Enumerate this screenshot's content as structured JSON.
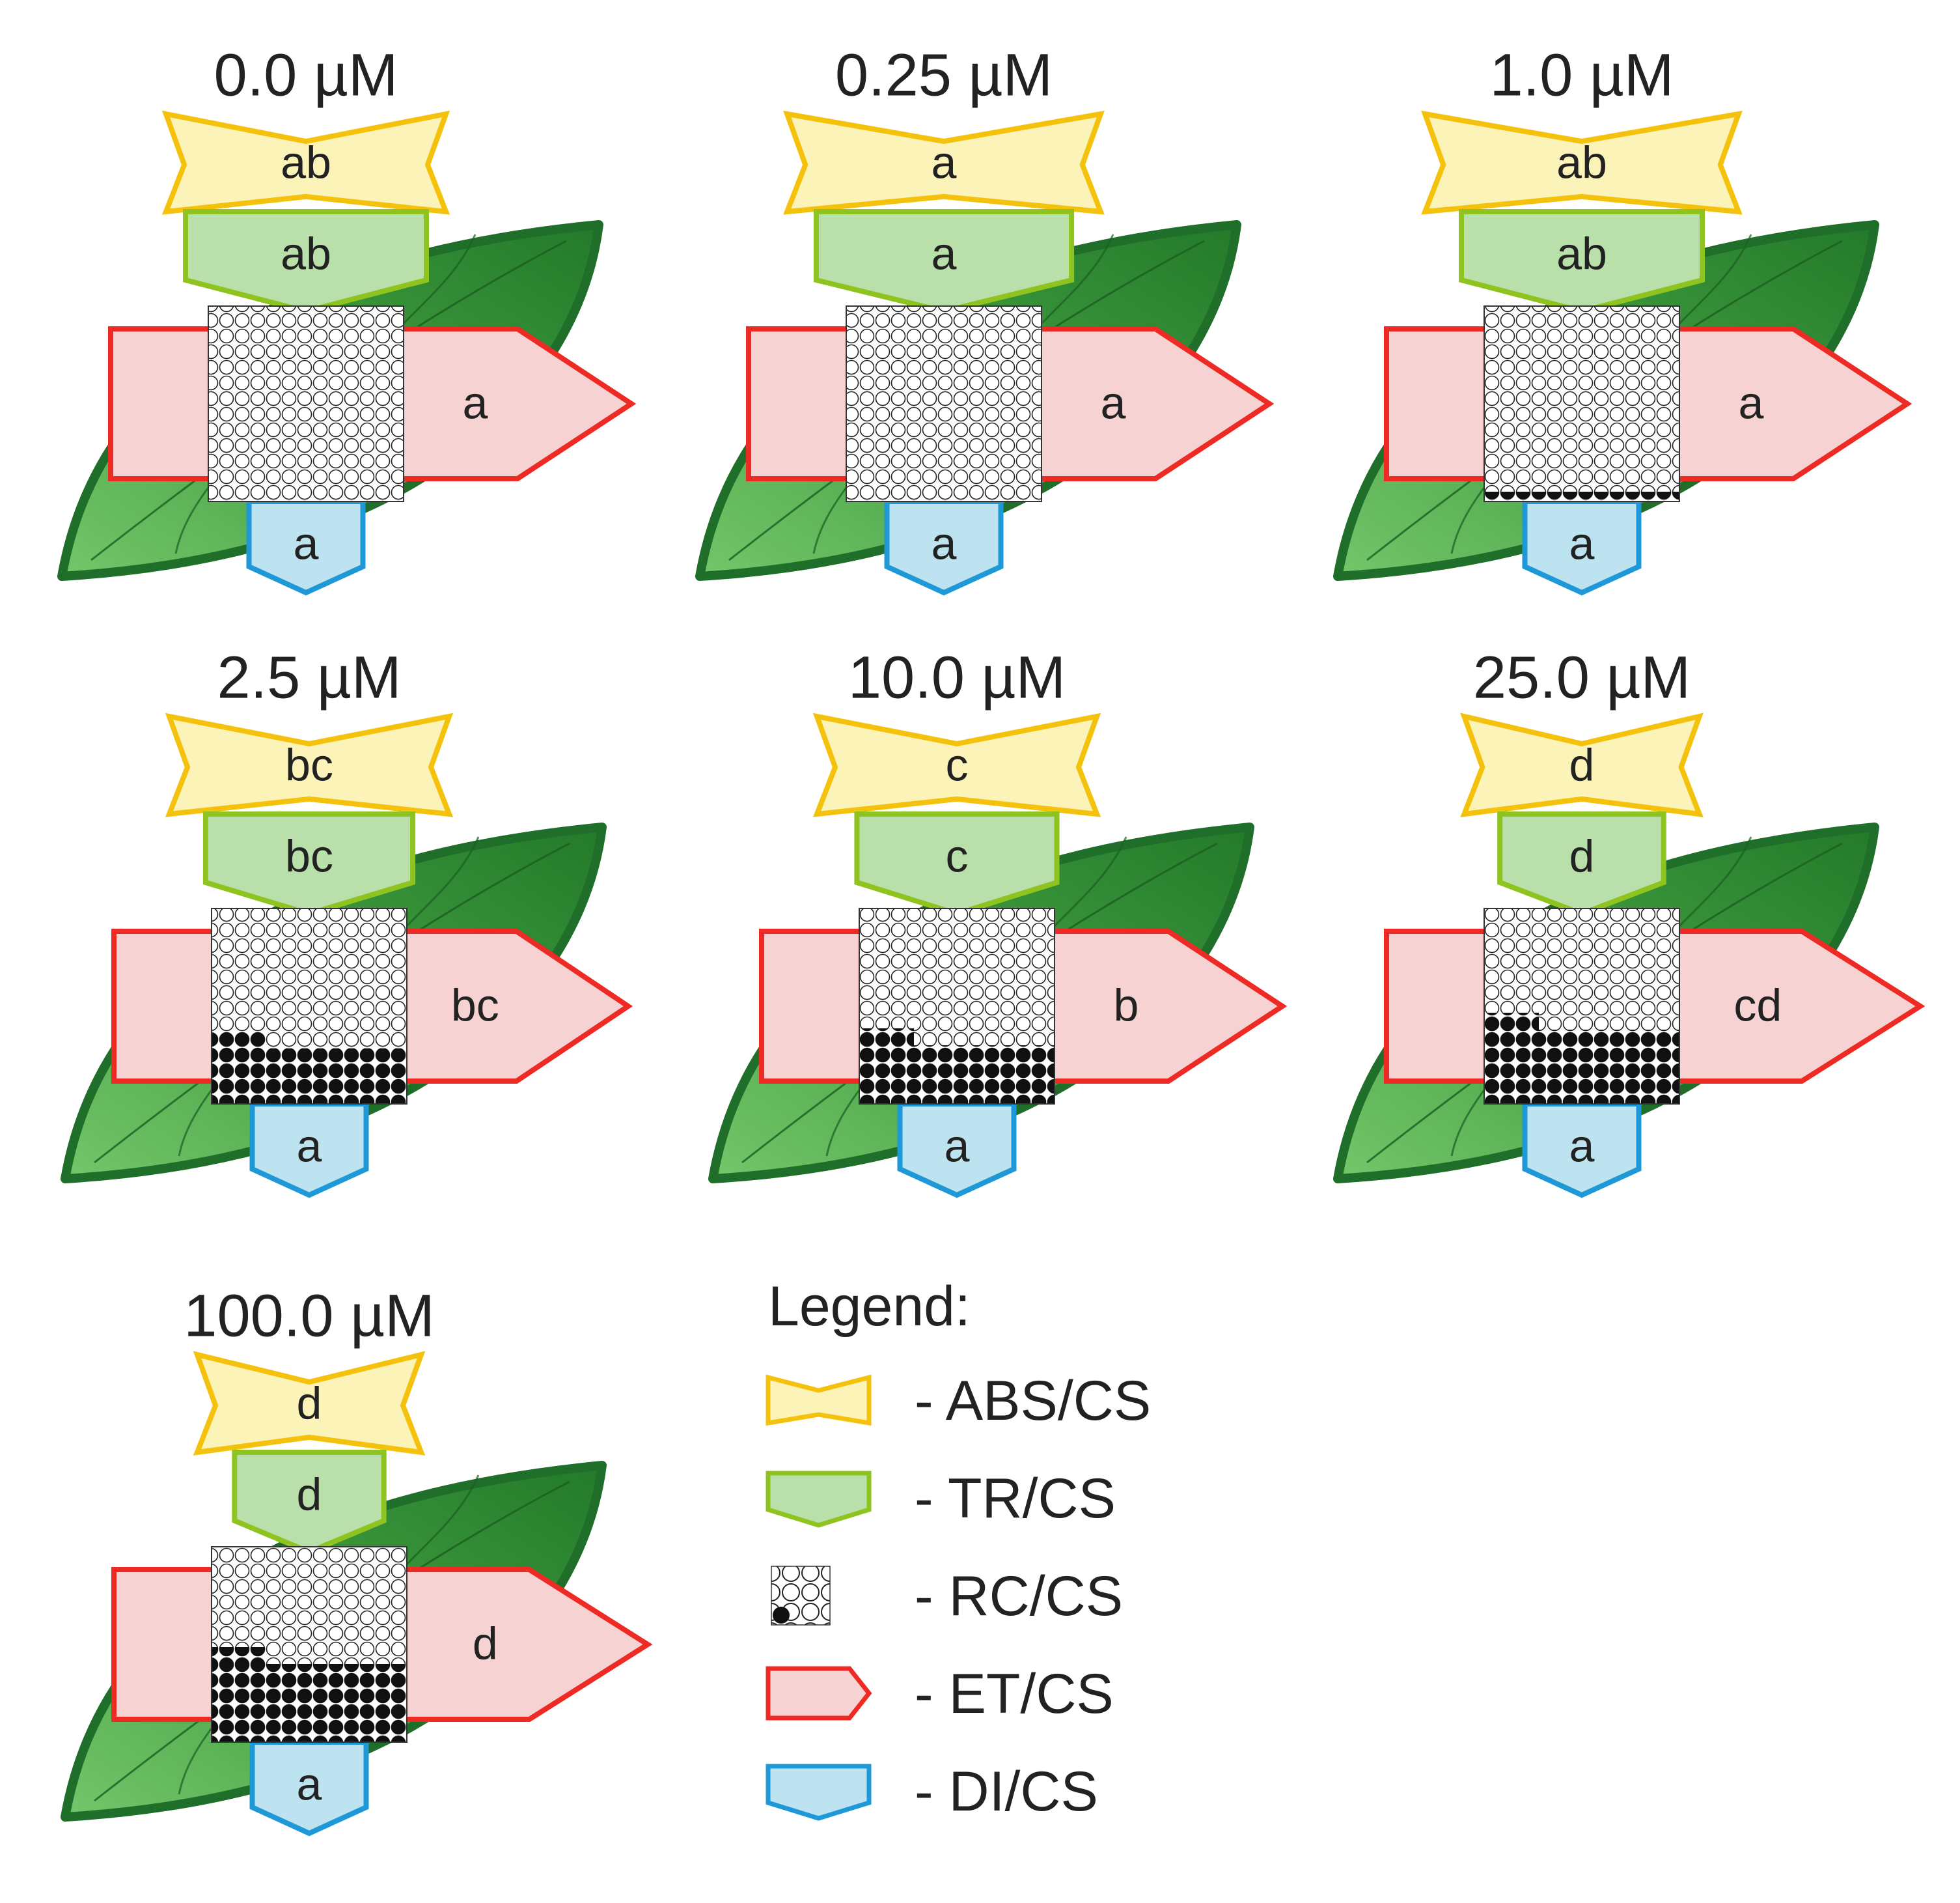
{
  "colors": {
    "leaf_dark": "#1f6e2a",
    "leaf_light": "#74c66a",
    "abs_fill": "#fcf3b8",
    "abs_stroke": "#f4c20d",
    "tr_fill": "#b9dfaa",
    "tr_stroke": "#8fc31f",
    "et_fill": "#f7d2d2",
    "et_stroke": "#ee2a24",
    "di_fill": "#bde3f1",
    "di_stroke": "#1f98d7",
    "rc_open": "#ffffff",
    "rc_closed": "#111111"
  },
  "panels": [
    {
      "concentration": "0.0 µM",
      "abs": "ab",
      "tr": "ab",
      "et": "a",
      "di": "a",
      "closed_fraction": 0.0,
      "et_width_pct": 100,
      "abs_width_pct": 100,
      "tr_width_pct": 100
    },
    {
      "concentration": "0.25 µM",
      "abs": "a",
      "tr": "a",
      "et": "a",
      "di": "a",
      "closed_fraction": 0.0,
      "et_width_pct": 100,
      "abs_width_pct": 112,
      "tr_width_pct": 106
    },
    {
      "concentration": "1.0 µM",
      "abs": "ab",
      "tr": "ab",
      "et": "a",
      "di": "a",
      "closed_fraction": 0.05,
      "et_width_pct": 100,
      "abs_width_pct": 112,
      "tr_width_pct": 100
    },
    {
      "concentration": "2.5 µM",
      "abs": "bc",
      "tr": "bc",
      "et": "bc",
      "di": "a",
      "closed_fraction": 0.28,
      "et_width_pct": 98,
      "abs_width_pct": 100,
      "tr_width_pct": 86
    },
    {
      "concentration": "10.0 µM",
      "abs": "c",
      "tr": "c",
      "et": "b",
      "di": "a",
      "closed_fraction": 0.3,
      "et_width_pct": 100,
      "abs_width_pct": 100,
      "tr_width_pct": 83
    },
    {
      "concentration": "25.0 µM",
      "abs": "d",
      "tr": "d",
      "et": "cd",
      "di": "a",
      "closed_fraction": 0.38,
      "et_width_pct": 104,
      "abs_width_pct": 84,
      "tr_width_pct": 68
    },
    {
      "concentration": "100.0 µM",
      "abs": "d",
      "tr": "d",
      "et": "d",
      "di": "a",
      "closed_fraction": 0.4,
      "et_width_pct": 104,
      "abs_width_pct": 80,
      "tr_width_pct": 62
    }
  ],
  "legend": {
    "title": "Legend:",
    "items": [
      {
        "shape": "abs",
        "label": "- ABS/CS"
      },
      {
        "shape": "tr",
        "label": "- TR/CS"
      },
      {
        "shape": "rc",
        "label": "- RC/CS"
      },
      {
        "shape": "et",
        "label": "- ET/CS"
      },
      {
        "shape": "di",
        "label": "- DI/CS"
      }
    ]
  }
}
